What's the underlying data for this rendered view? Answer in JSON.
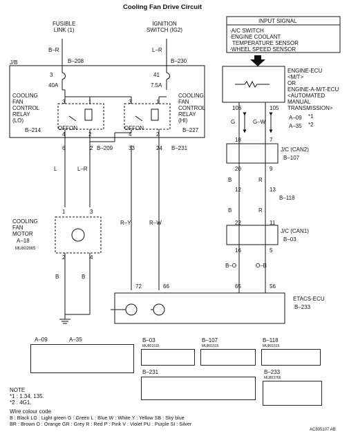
{
  "title": "Cooling Fan Drive Circuit",
  "sources": {
    "fusible": "FUSIBLE\nLINK (1)",
    "ignition": "IGNITION\nSWITCH (IG2)"
  },
  "input_signal": {
    "heading": "INPUT SIGNAL",
    "items": [
      "·A/C SWITCH",
      "·ENGINE COOLANT",
      "TEMPERATURE SENSOR",
      "·WHEEL SPEED SENSOR"
    ]
  },
  "jb_label": "J/B",
  "wire_codes": {
    "b_r": "B–R",
    "l_r_top": "L–R",
    "l": "L",
    "l_r": "L–R",
    "r_y": "R–Y",
    "r_w": "R–W",
    "g": "G",
    "g_w": "G–W",
    "b1": "B",
    "r1": "R",
    "b2": "B",
    "r2": "R",
    "b_o": "B–O",
    "o_b": "O–B",
    "b_m1": "B",
    "b_m2": "B"
  },
  "connectors": {
    "b208": "B–208",
    "b230": "B–230",
    "b214": "B–214",
    "b227": "B–227",
    "b209": "B–209",
    "b231": "B–231",
    "a18": "A–18",
    "a09": "A–09",
    "a35": "A–35",
    "b107": "B–107",
    "b118": "B–118",
    "b03": "B–03",
    "b233": "B–233"
  },
  "fuses": {
    "f3": "3",
    "f3_amp": "40A",
    "f41": "41",
    "f41_amp": "7.5A"
  },
  "relays": {
    "lo": "COOLING\nFAN\nCONTROL\nRELAY\n(LO)",
    "hi": "COOLING\nFAN\nCONTROL\nRELAY\n(HI)",
    "off": "OFF",
    "on": "ON"
  },
  "motor": {
    "label": "COOLING\nFAN\nMOTOR",
    "part": "MU802665"
  },
  "ecu": {
    "label": "ENGINE-ECU\n<M/T>\nOR\nENGINE-A-M/T-ECU\n<AUTOMATED\nMANUAL\nTRANSMISSION>",
    "star1": "*1",
    "star2": "*2"
  },
  "jc2": "J/C (CAN2)",
  "jc1": "J/C (CAN1)",
  "etacs": "ETACS-ECU",
  "pins": {
    "p1": "1",
    "p3": "3",
    "p3b": "3",
    "p1b": "1",
    "p4": "4",
    "p2": "2",
    "p3c": "3",
    "p1c": "1",
    "p4b": "4",
    "p2b": "2",
    "p6": "6",
    "p2c": "2",
    "p33": "33",
    "p24": "24",
    "m1": "1",
    "m3": "3",
    "m2": "2",
    "m4": "4",
    "p72": "72",
    "p66": "66",
    "p106": "106",
    "p105": "105",
    "p18": "18",
    "p7": "7",
    "p20": "20",
    "p9": "9",
    "p12": "12",
    "p13": "13",
    "p22": "22",
    "p11": "11",
    "p16": "16",
    "p5": "5",
    "p65": "65",
    "p56": "56"
  },
  "note": {
    "heading": "NOTE",
    "l1": "*1 : 1.34, 135.",
    "l2": "*2 : 4G1."
  },
  "wire_colour": {
    "heading": "Wire colour code",
    "l1": "B : Black     LG : Light green     G : Green     L : Blue     W : White     Y : Yellow     SB : Sky blue",
    "l2": "BR : Brown     O : Orange     GR : Grey     R : Red     P : Pink     V : Violet     PU : Purple     SI : Silver"
  },
  "code": "AC805107 AB",
  "conn_parts": {
    "b03": "MU801515",
    "b107": "MU801515",
    "b118": "MU801515",
    "b233": "MU803766"
  }
}
